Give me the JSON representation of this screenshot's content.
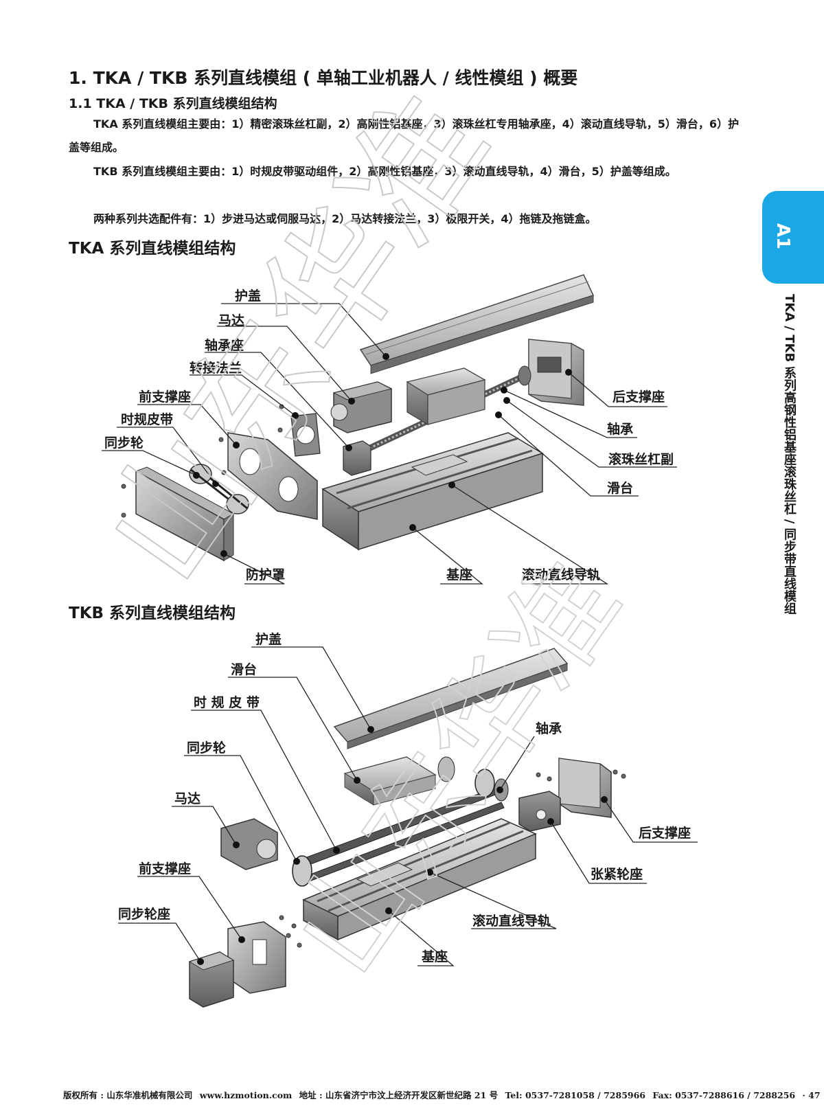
{
  "heading": "1. TKA / TKB 系列直线模组 ( 单轴工业机器人 / 线性模组 ) 概要",
  "subheading": "1.1 TKA / TKB 系列直线模组结构",
  "paragraphs": [
    "TKA 系列直线模组主要由：1）精密滚珠丝杠副，2）高刚性铝基座，3）滚珠丝杠专用轴承座，4）滚动直线导轨，5）滑台，6）护盖等组成。",
    "TKB 系列直线模组主要由：1）时规皮带驱动组件，2）高刚性铝基座，3）滚动直线导轨，4）滑台，5）护盖等组成。",
    "两种系列共选配件有：1）步进马达或伺服马达，2）马达转接法兰，3）极限开关，4）拖链及拖链盒。"
  ],
  "side_tab": {
    "code": "A1",
    "title": "TKA / TKB 系列高钢性铝基座滚珠丝杠 / 同步带直线模组",
    "color": "#1aa7e6"
  },
  "tka": {
    "title": "TKA 系列直线模组结构",
    "labels": {
      "cover": "护盖",
      "motor": "马达",
      "bearing_seat": "轴承座",
      "adapter_flange": "转接法兰",
      "front_support": "前支撑座",
      "timing_belt": "时规皮带",
      "pulley": "同步轮",
      "rear_support": "后支撑座",
      "bearing": "轴承",
      "ball_screw": "滚珠丝杠副",
      "slide": "滑台",
      "guard": "防护罩",
      "base": "基座",
      "linear_guide": "滚动直线导轨"
    }
  },
  "tkb": {
    "title": "TKB 系列直线模组结构",
    "labels": {
      "cover": "护盖",
      "slide": "滑台",
      "timing_belt": "时 规 皮 带",
      "pulley": "同步轮",
      "motor": "马达",
      "bearing": "轴承",
      "rear_support": "后支撑座",
      "tension_seat": "张紧轮座",
      "front_support": "前支撑座",
      "pulley_seat": "同步轮座",
      "linear_guide": "滚动直线导轨",
      "base": "基座"
    }
  },
  "watermark": "山东华准",
  "footer": {
    "copyright": "版权所有 : 山东华准机械有限公司",
    "website": "www.hzmotion.com",
    "address": "地址 : 山东省济宁市汶上经济开发区新世纪路 21 号",
    "tel": "Tel: 0537-7281058 / 7285966",
    "fax": "Fax: 0537-7288616 / 7288256",
    "page": "· 47 ·"
  }
}
